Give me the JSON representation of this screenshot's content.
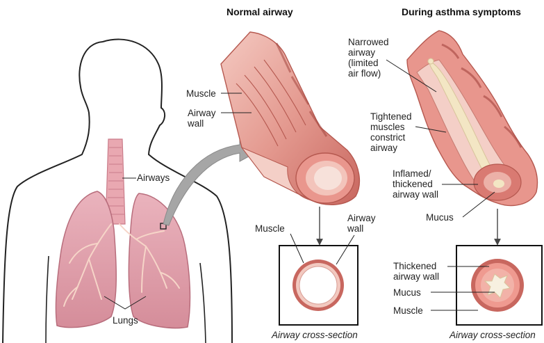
{
  "headings": {
    "normal": "Normal airway",
    "asthma": "During asthma symptoms"
  },
  "body_labels": {
    "airways": "Airways",
    "lungs": "Lungs"
  },
  "normal_labels": {
    "muscle": "Muscle",
    "airway_wall": "Airway\nwall"
  },
  "normal_cross_section": {
    "muscle": "Muscle",
    "airway_wall": "Airway\nwall",
    "caption": "Airway cross-section"
  },
  "asthma_labels": {
    "narrowed": "Narrowed\nairway\n(limited\nair flow)",
    "tightened": "Tightened\nmuscles\nconstrict\nairway",
    "inflamed": "Inflamed/\nthickened\nairway wall",
    "mucus": "Mucus"
  },
  "asthma_cross_section": {
    "thickened": "Thickened\nairway wall",
    "mucus": "Mucus",
    "muscle": "Muscle",
    "caption": "Airway cross-section"
  },
  "colors": {
    "body_outline": "#222222",
    "lung_fill": "#e8a3b0",
    "lung_dark": "#c97c8a",
    "airway_wall": "#f2c9c0",
    "muscle": "#c8675f",
    "muscle_light": "#e49a90",
    "mucus": "#f3e6c4",
    "box_stroke": "#111111",
    "arrow": "#9a9a9a"
  }
}
